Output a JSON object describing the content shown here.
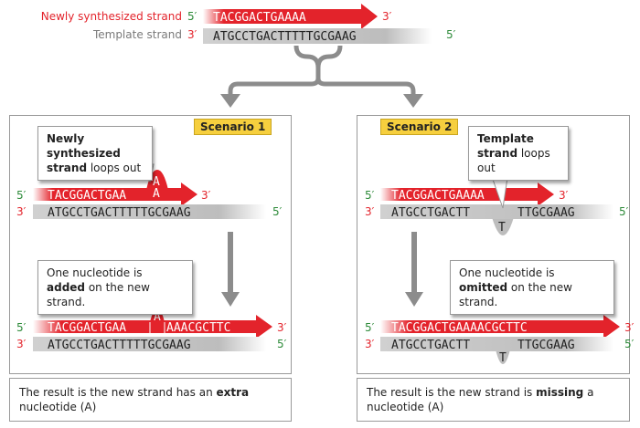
{
  "top": {
    "new_label": "Newly synthesized strand",
    "template_label": "Template strand",
    "new_seq": "TACGGACTGAAAA",
    "template_seq": "ATGCCTGACTTTTTGCGAAG",
    "five": "5′",
    "three": "3′"
  },
  "scenario1": {
    "badge": "Scenario 1",
    "callout": {
      "bold": "Newly synthesized strand",
      "rest": " loops out"
    },
    "loop_letters": [
      "A",
      "A"
    ],
    "before_new_seq": "TACGGACTGAA",
    "before_template_seq": "ATGCCTGACTTTTTGCGAAG",
    "callout2": {
      "pre": "One nucleotide is",
      "bold": "added",
      "rest": " on the new strand."
    },
    "after_new_pre": "TACGGACTGAA",
    "after_new_post": "AAACGCTTC",
    "after_template_seq": "ATGCCTGACTTTTTGCGAAG",
    "bubble_letter": "A",
    "result": {
      "pre": "The result is the new strand has an ",
      "bold": "extra",
      "rest": " nucleotide (A)"
    }
  },
  "scenario2": {
    "badge": "Scenario 2",
    "callout": {
      "bold": "Template",
      "bold2": "strand",
      "rest": " loops out"
    },
    "loop_letter": "T",
    "before_new_seq": "TACGGACTGAAAA",
    "before_template_pre": "ATGCCTGACTT",
    "before_template_post": "TTGCGAAG",
    "callout2": {
      "pre": "One nucleotide is",
      "bold": "omitted",
      "rest": " on the new strand."
    },
    "after_new_seq": "TACGGACTGAAAACGCTTC",
    "after_template_pre": "ATGCCTGACTT",
    "after_template_post": "TTGCGAAG",
    "bubble_letter": "T",
    "result": {
      "pre": "The result is the new strand is ",
      "bold": "missing",
      "rest": " a nucleotide (A)"
    }
  },
  "colors": {
    "red": "#e3232b",
    "gray": "#c6c6c6",
    "green": "#2e8b3a",
    "arrow_gray": "#8c8c8c",
    "badge": "#f6cf3e"
  }
}
